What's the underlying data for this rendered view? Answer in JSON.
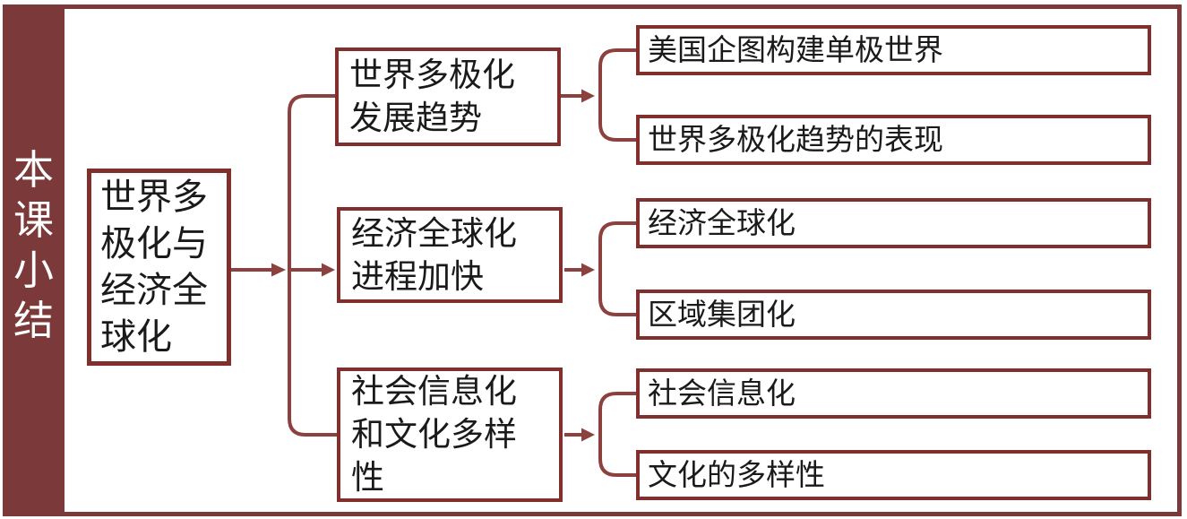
{
  "palette": {
    "frame": "#7c3939",
    "box_border": "#802f2d",
    "connector": "#8d413e",
    "text": "#1a1a1a",
    "sidebar_text": "#ffffff",
    "background": "#ffffff"
  },
  "sidebar": {
    "label": "本课小结",
    "display": "本\n课\n小\n结"
  },
  "diagram": {
    "root": {
      "label": "世界多极化与经济全球化",
      "display": "世界多\n极化与\n经济全\n球化"
    },
    "branches": [
      {
        "label": "世界多极化发展趋势",
        "display": "世界多极化\n发展趋势",
        "children": [
          "美国企图构建单极世界",
          "世界多极化趋势的表现"
        ]
      },
      {
        "label": "经济全球化进程加快",
        "display": "经济全球化\n进程加快",
        "children": [
          "经济全球化",
          "区域集团化"
        ]
      },
      {
        "label": "社会信息化和文化多样性",
        "display": "社会信息化\n和文化多样\n性",
        "children": [
          "社会信息化",
          "文化的多样性"
        ]
      }
    ]
  }
}
